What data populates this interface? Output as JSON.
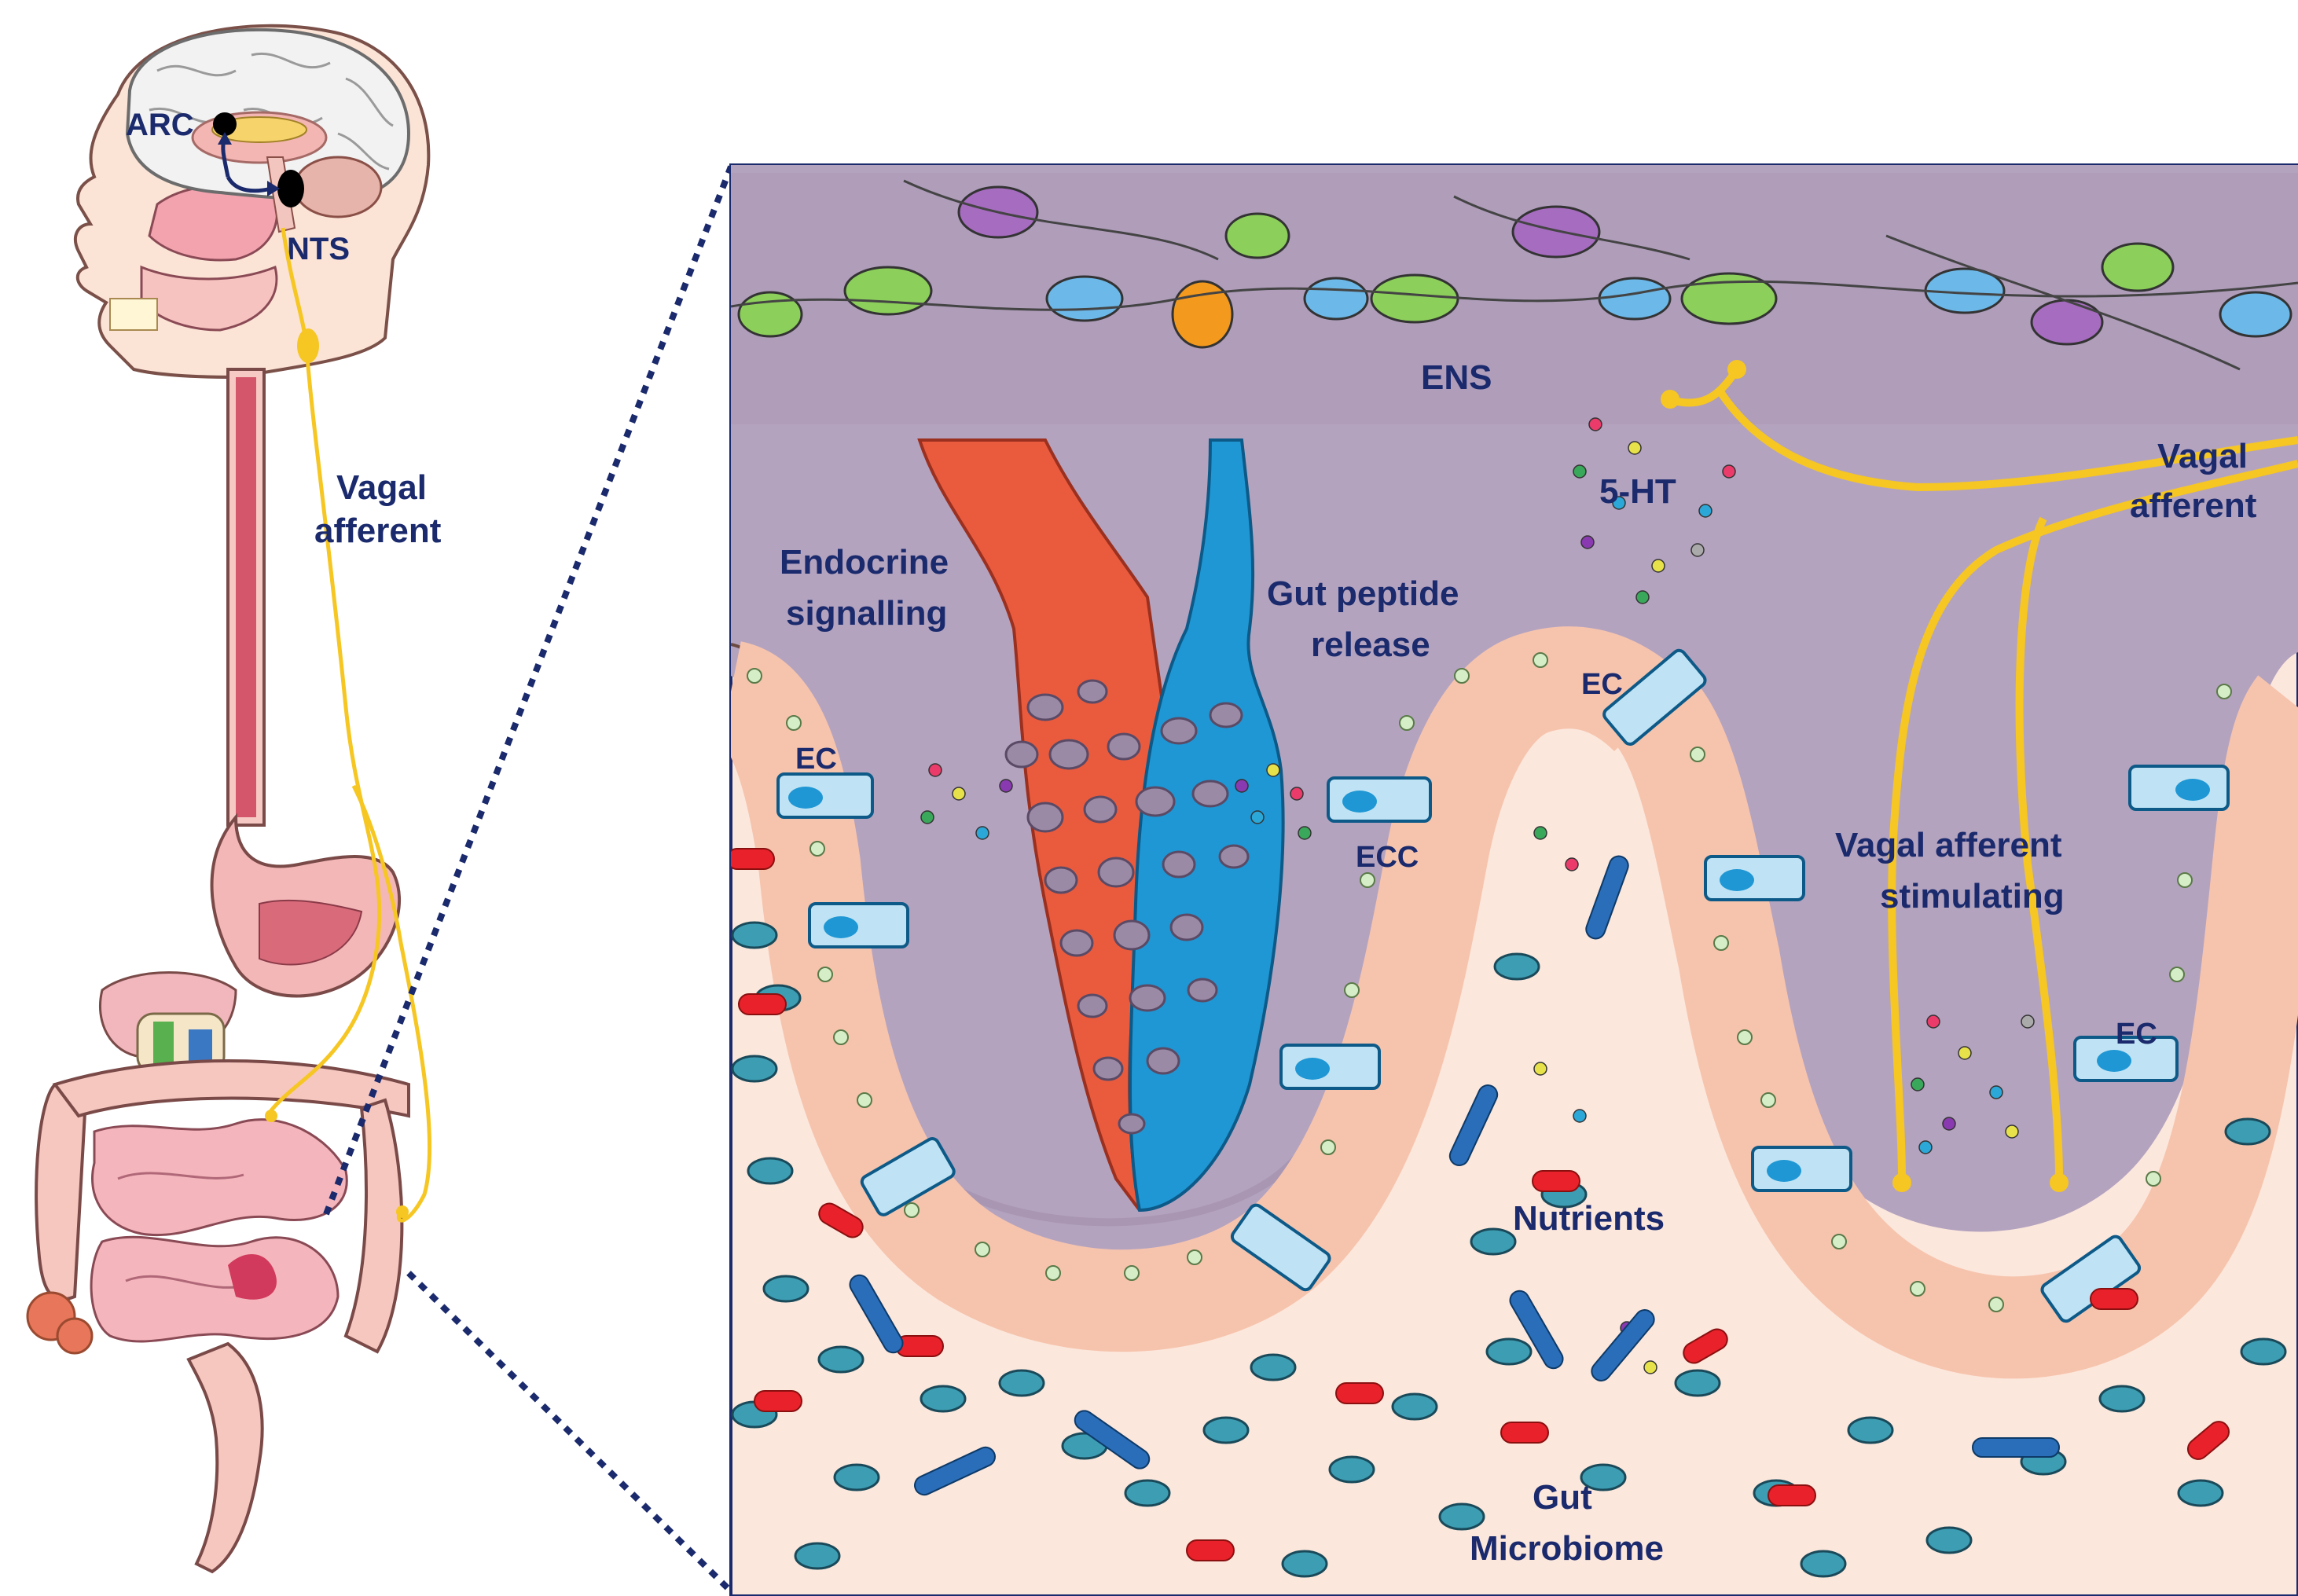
{
  "labels": {
    "arc": "ARC",
    "nts": "NTS",
    "vagal_left_1": "Vagal",
    "vagal_left_2": "afferent",
    "vagal_right_1": "Vagal",
    "vagal_right_2": "afferent",
    "ens": "ENS",
    "five_ht": "5-HT",
    "endocrine_1": "Endocrine",
    "endocrine_2": "signalling",
    "gut_peptide_1": "Gut peptide",
    "gut_peptide_2": "release",
    "ec_1": "EC",
    "ec_2": "EC",
    "ecc": "ECC",
    "ec_3": "EC",
    "vagal_stim_1": "Vagal afferent",
    "vagal_stim_2": "stimulating",
    "nutrients": "Nutrients",
    "microbiome_1": "Gut",
    "microbiome_2": "Microbiome"
  },
  "colors": {
    "lumen": "#fce7dc",
    "lamina": "#b4a3bf",
    "epithelium": "#f6c4ad",
    "ec_cell": "#2ba8d8",
    "nerve": "#f6c622",
    "artery": "#ea5b3d",
    "vein": "#1f97d4",
    "label": "#1a2a6c",
    "bacteria_teal": "#3c9db3",
    "bacteria_red": "#e8212b",
    "bacteria_blue": "#2a6db8"
  },
  "icons": [
    "brain-icon",
    "head-icon",
    "digestive-tract-icon",
    "neuron-icon",
    "bacteria-icon",
    "blood-vessel-icon"
  ]
}
